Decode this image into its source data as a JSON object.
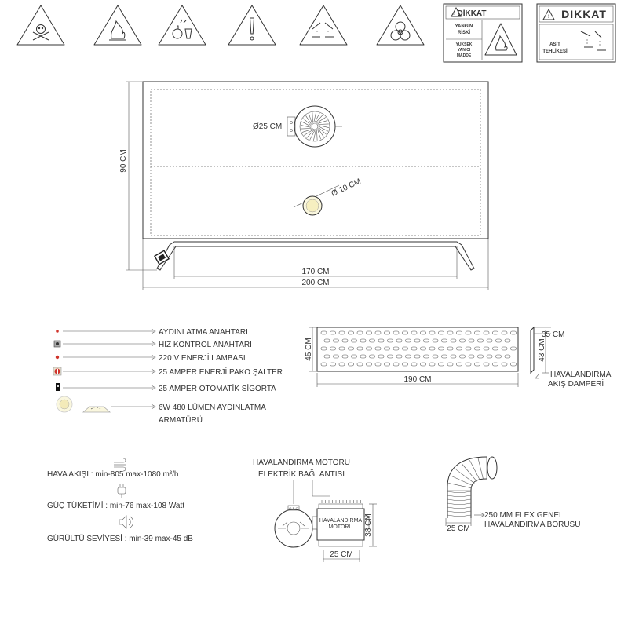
{
  "warning_signs": [
    {
      "icon": "skull-crossbones-icon"
    },
    {
      "icon": "flammable-icon"
    },
    {
      "icon": "explosive-chemicals-icon"
    },
    {
      "icon": "exclamation-icon"
    },
    {
      "icon": "corrosive-icon"
    },
    {
      "icon": "biohazard-icon"
    }
  ],
  "sign_fire": {
    "title": "DİKKAT",
    "line1": "YANGIN",
    "line2": "RİSKİ",
    "line3": "YÜKSEK",
    "line4": "YANICI",
    "line5": "MADDE"
  },
  "sign_acid": {
    "title": "DIKKAT",
    "line1": "ASİT",
    "line2": "TEHLİKESİ"
  },
  "cabinet": {
    "fan_label": "Ø25 CM",
    "light_label": "Ø 10 CM",
    "height_label": "90 CM",
    "inner_width_label": "170 CM",
    "outer_width_label": "200 CM"
  },
  "legend": [
    {
      "icon": "switch-icon",
      "label": "AYDINLATMA ANAHTARI"
    },
    {
      "icon": "speed-control-icon",
      "label": "HIZ KONTROL ANAHTARI"
    },
    {
      "icon": "energy-lamp-icon",
      "label": "220 V ENERJİ LAMBASI"
    },
    {
      "icon": "pako-switch-icon",
      "label": "25 AMPER ENERJİ PAKO ŞALTER"
    },
    {
      "icon": "fuse-icon",
      "label": "25 AMPER OTOMATİK SİGORTA"
    },
    {
      "icon": "luminaire-icon",
      "label": "6W 480 LÜMEN AYDINLATMA",
      "label2": "ARMATÜRÜ"
    }
  ],
  "damper": {
    "height_label": "45 CM",
    "width_label": "190 CM",
    "depth_label": "35 CM",
    "side_height_label": "43 CM",
    "name_line1": "HAVALANDIRMA",
    "name_line2": "AKIŞ DAMPERİ"
  },
  "specs": [
    {
      "icon": "airflow-icon",
      "text": "HAVA AKIŞI : min-805 max-1080 m³/h"
    },
    {
      "icon": "plug-icon",
      "text": "GÜÇ TÜKETİMİ : min-76 max-108 Watt"
    },
    {
      "icon": "speaker-icon",
      "text": "GÜRÜLTÜ SEVİYESİ : min-39 max-45 dB"
    }
  ],
  "motor": {
    "title_line1": "HAVALANDIRMA MOTORU",
    "title_line2": "ELEKTRİK BAĞLANTISI",
    "body_line1": "HAVALANDIRMA",
    "body_line2": "MOTORU",
    "height_label": "38 CM",
    "width_label": "25 CM"
  },
  "hose": {
    "label_line1": "250 MM FLEX GENEL",
    "label_line2": "HAVALANDIRMA BORUSU",
    "width_label": "25 CM"
  }
}
